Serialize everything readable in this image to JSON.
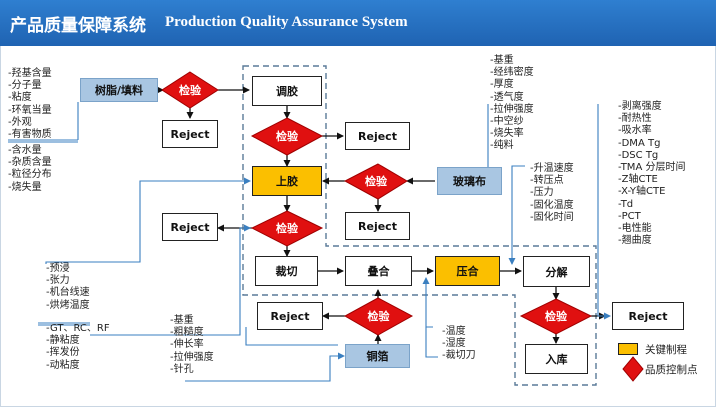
{
  "header": {
    "title_zh": "产品质量保障系统",
    "title_en": "Production Quality Assurance System"
  },
  "nodes": {
    "resin": "树脂/填料",
    "check_in": "检验",
    "reject_1": "Reject",
    "mixing": "调胶",
    "check_mix": "检验",
    "reject_mix": "Reject",
    "impregnation": "上胶",
    "check_glass": "检验",
    "glass_cloth": "玻璃布",
    "reject_glass": "Reject",
    "check_prepreg": "检验",
    "reject_prepreg": "Reject",
    "cutting": "裁切",
    "layup": "叠合",
    "pressing": "压合",
    "disassembly": "分解",
    "check_foil": "检验",
    "reject_foil": "Reject",
    "copper_foil": "铜箔",
    "check_final": "检验",
    "reject_final": "Reject",
    "storage": "入库"
  },
  "lists": {
    "resin_props_1": [
      "羟基含量",
      "分子量",
      "粘度",
      "环氧当量",
      "外观",
      "有害物质"
    ],
    "resin_props_2": [
      "含水量",
      "杂质含量",
      "粒径分布",
      "烧失量"
    ],
    "glass_props": [
      "基重",
      "经纬密度",
      "厚度",
      "透气度",
      "拉伸强度",
      "中空纱",
      "烧失率",
      "纯料"
    ],
    "press_props": [
      "升温速度",
      "转压点",
      "压力",
      "固化温度",
      "固化时间"
    ],
    "final_props": [
      "剥离强度",
      "耐热性",
      "吸水率",
      "DMA Tg",
      "DSC Tg",
      "TMA 分层时间",
      "Z轴CTE",
      "X-Y轴CTE",
      "Td",
      "PCT",
      "电性能",
      "翘曲度"
    ],
    "impreg_props_1": [
      "预浸",
      "张力",
      "机台线速",
      "烘烤温度"
    ],
    "impreg_props_2": [
      "GT、RC、RF",
      "静粘度",
      "挥发份",
      "动粘度"
    ],
    "foil_props": [
      "基重",
      "粗糙度",
      "伸长率",
      "拉伸强度",
      "针孔"
    ],
    "env_props": [
      "温度",
      "湿度",
      "裁切刀"
    ]
  },
  "legend": {
    "key_process": "关键制程",
    "quality_point": "品质控制点"
  },
  "colors": {
    "header": "#1f63b2",
    "diamond": "#e01010",
    "key_process": "#fbbf00",
    "material": "#a9c6e2",
    "line": "#3a7fc0",
    "dashed": "#5a7a98"
  }
}
